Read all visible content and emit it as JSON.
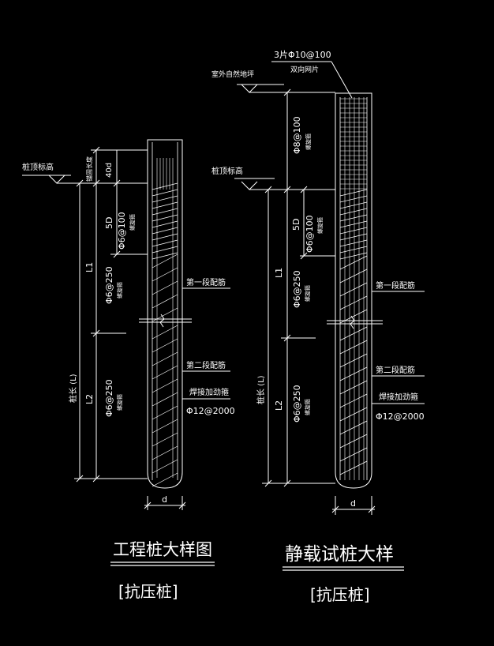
{
  "colors": {
    "background": "#000000",
    "line": "#ffffff",
    "rebar": "#e9e9e9"
  },
  "left_pile": {
    "title": "工程桩大样图",
    "subtitle": "[抗压桩]",
    "pile_top_label": "桩顶标高",
    "anchor_length_label": "锚固长度",
    "dim_40d": "40d",
    "dim_5d": "5D",
    "dim_l1": "L1",
    "dim_l2": "L2",
    "pile_length_label": "桩长 (L)",
    "spiral_dense": "Φ6@100",
    "spiral_sparse": "Φ6@250",
    "spiral_sparse_2": "Φ6@250",
    "spiral_note": "螺旋箍",
    "section1_label": "第一段配筋",
    "section2_label": "第二段配筋",
    "stiffener_label": "焊接加劲箍",
    "stiffener_spec": "Φ12@2000",
    "diameter_label": "d"
  },
  "right_pile": {
    "title": "静载试桩大样",
    "subtitle": "[抗压桩]",
    "mesh_label_1": "3片Φ10@100",
    "mesh_label_2": "双向网片",
    "ground_label": "室外自然地坪",
    "pile_top_label": "桩顶标高",
    "spiral_top": "Φ8@100",
    "dim_5d": "5D",
    "dim_l1": "L1",
    "dim_l2": "L2",
    "pile_length_label": "桩长 (L)",
    "spiral_dense": "Φ6@100",
    "spiral_sparse": "Φ6@250",
    "spiral_sparse_2": "Φ6@250",
    "spiral_note": "螺旋箍",
    "section1_label": "第一段配筋",
    "section2_label": "第二段配筋",
    "stiffener_label": "焊接加劲箍",
    "stiffener_spec": "Φ12@2000",
    "diameter_label": "d"
  }
}
